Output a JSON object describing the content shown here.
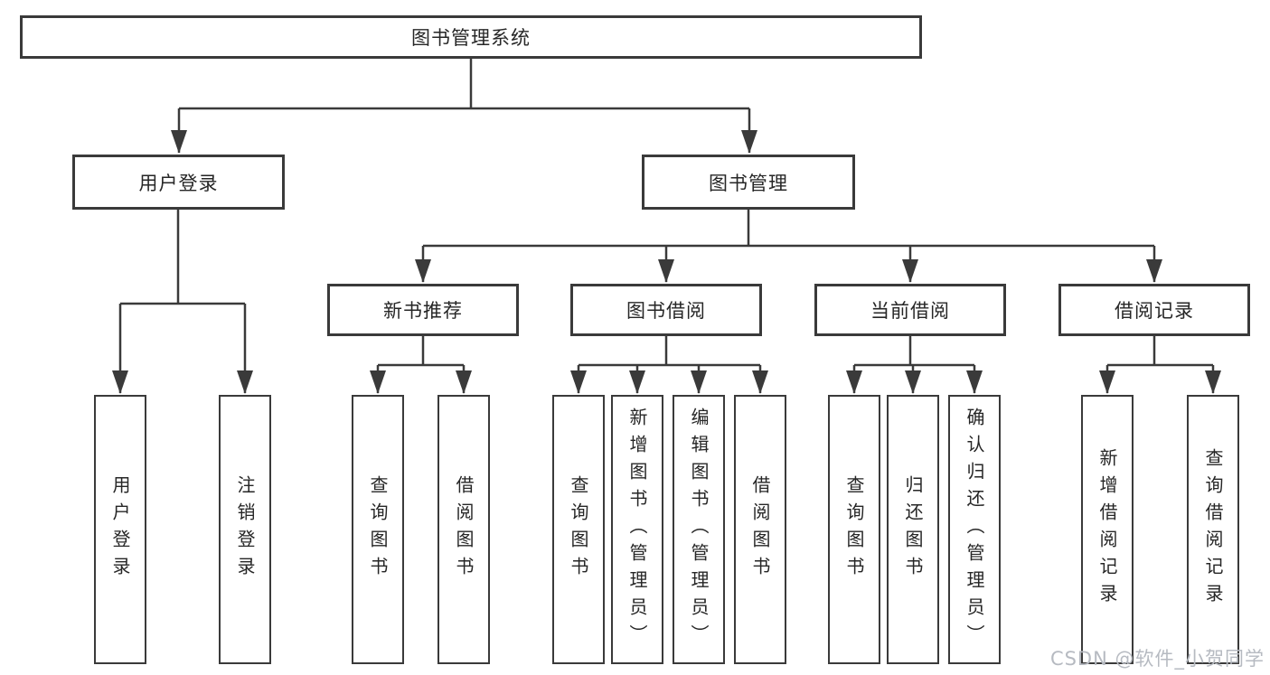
{
  "root": {
    "label": "图书管理系统"
  },
  "branches": [
    {
      "label": "用户登录",
      "leaves": [
        {
          "label": "用户登录"
        },
        {
          "label": "注销登录"
        }
      ]
    },
    {
      "label": "图书管理",
      "groups": [
        {
          "label": "新书推荐",
          "leaves": [
            {
              "label": "查询图书"
            },
            {
              "label": "借阅图书"
            }
          ]
        },
        {
          "label": "图书借阅",
          "leaves": [
            {
              "label": "查询图书"
            },
            {
              "label": "新增图书（管理员）"
            },
            {
              "label": "编辑图书（管理员）"
            },
            {
              "label": "借阅图书"
            }
          ]
        },
        {
          "label": "当前借阅",
          "leaves": [
            {
              "label": "查询图书"
            },
            {
              "label": "归还图书"
            },
            {
              "label": "确认归还（管理员）"
            }
          ]
        },
        {
          "label": "借阅记录",
          "leaves": [
            {
              "label": "新增借阅记录"
            },
            {
              "label": "查询借阅记录"
            }
          ]
        }
      ]
    }
  ],
  "watermark": "CSDN @软件_小贺同学",
  "colors": {
    "line": "#3a3a3a",
    "box_border": "#3a3a3a",
    "box_background": "#ffffff",
    "text": "#262626",
    "watermark": "#b6bac1"
  }
}
